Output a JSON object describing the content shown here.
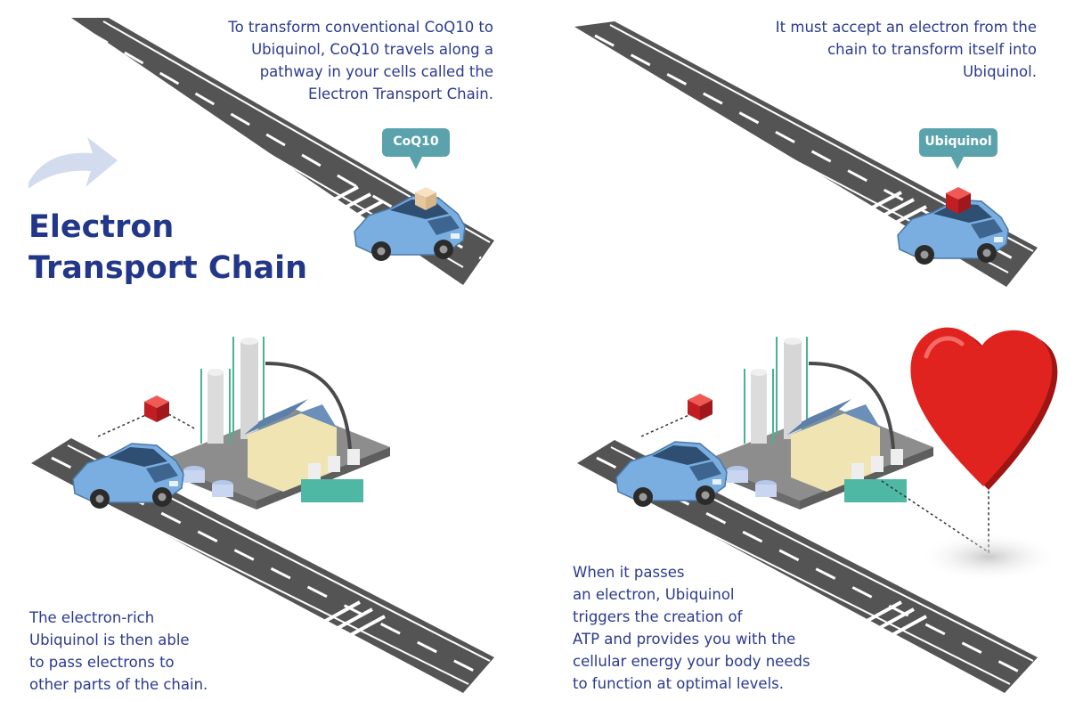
{
  "title": {
    "line1": "Electron",
    "line2": "Transport Chain"
  },
  "panels": {
    "p1": {
      "lines": [
        "To transform conventional CoQ10 to",
        "Ubiquinol, CoQ10 travels along a",
        "pathway in your cells called the",
        "Electron Transport Chain."
      ],
      "bubble": "CoQ10"
    },
    "p2": {
      "lines": [
        "It must accept an electron from the",
        "chain to transform itself into",
        "Ubiquinol."
      ],
      "bubble": "Ubiquinol"
    },
    "p3": {
      "lines": [
        "The electron-rich",
        "Ubiquinol is then able",
        "to pass electrons to",
        "other parts of the chain."
      ]
    },
    "p4": {
      "lines": [
        "When it passes",
        "an electron, Ubiquinol",
        "triggers the creation of",
        "ATP and provides you with the",
        "cellular energy your body needs",
        "to function at optimal levels."
      ]
    }
  },
  "colors": {
    "text": "#2b3a8f",
    "title": "#23378a",
    "road": "#545454",
    "car": "#7aaee0",
    "bubble": "#5aa3ad",
    "cube": "#d8262a",
    "heart": "#e0231f",
    "arrow": "#d3dcef"
  },
  "icons": [
    "curved-arrow-icon",
    "car-icon",
    "cube-icon",
    "factory-icon",
    "heart-icon"
  ]
}
